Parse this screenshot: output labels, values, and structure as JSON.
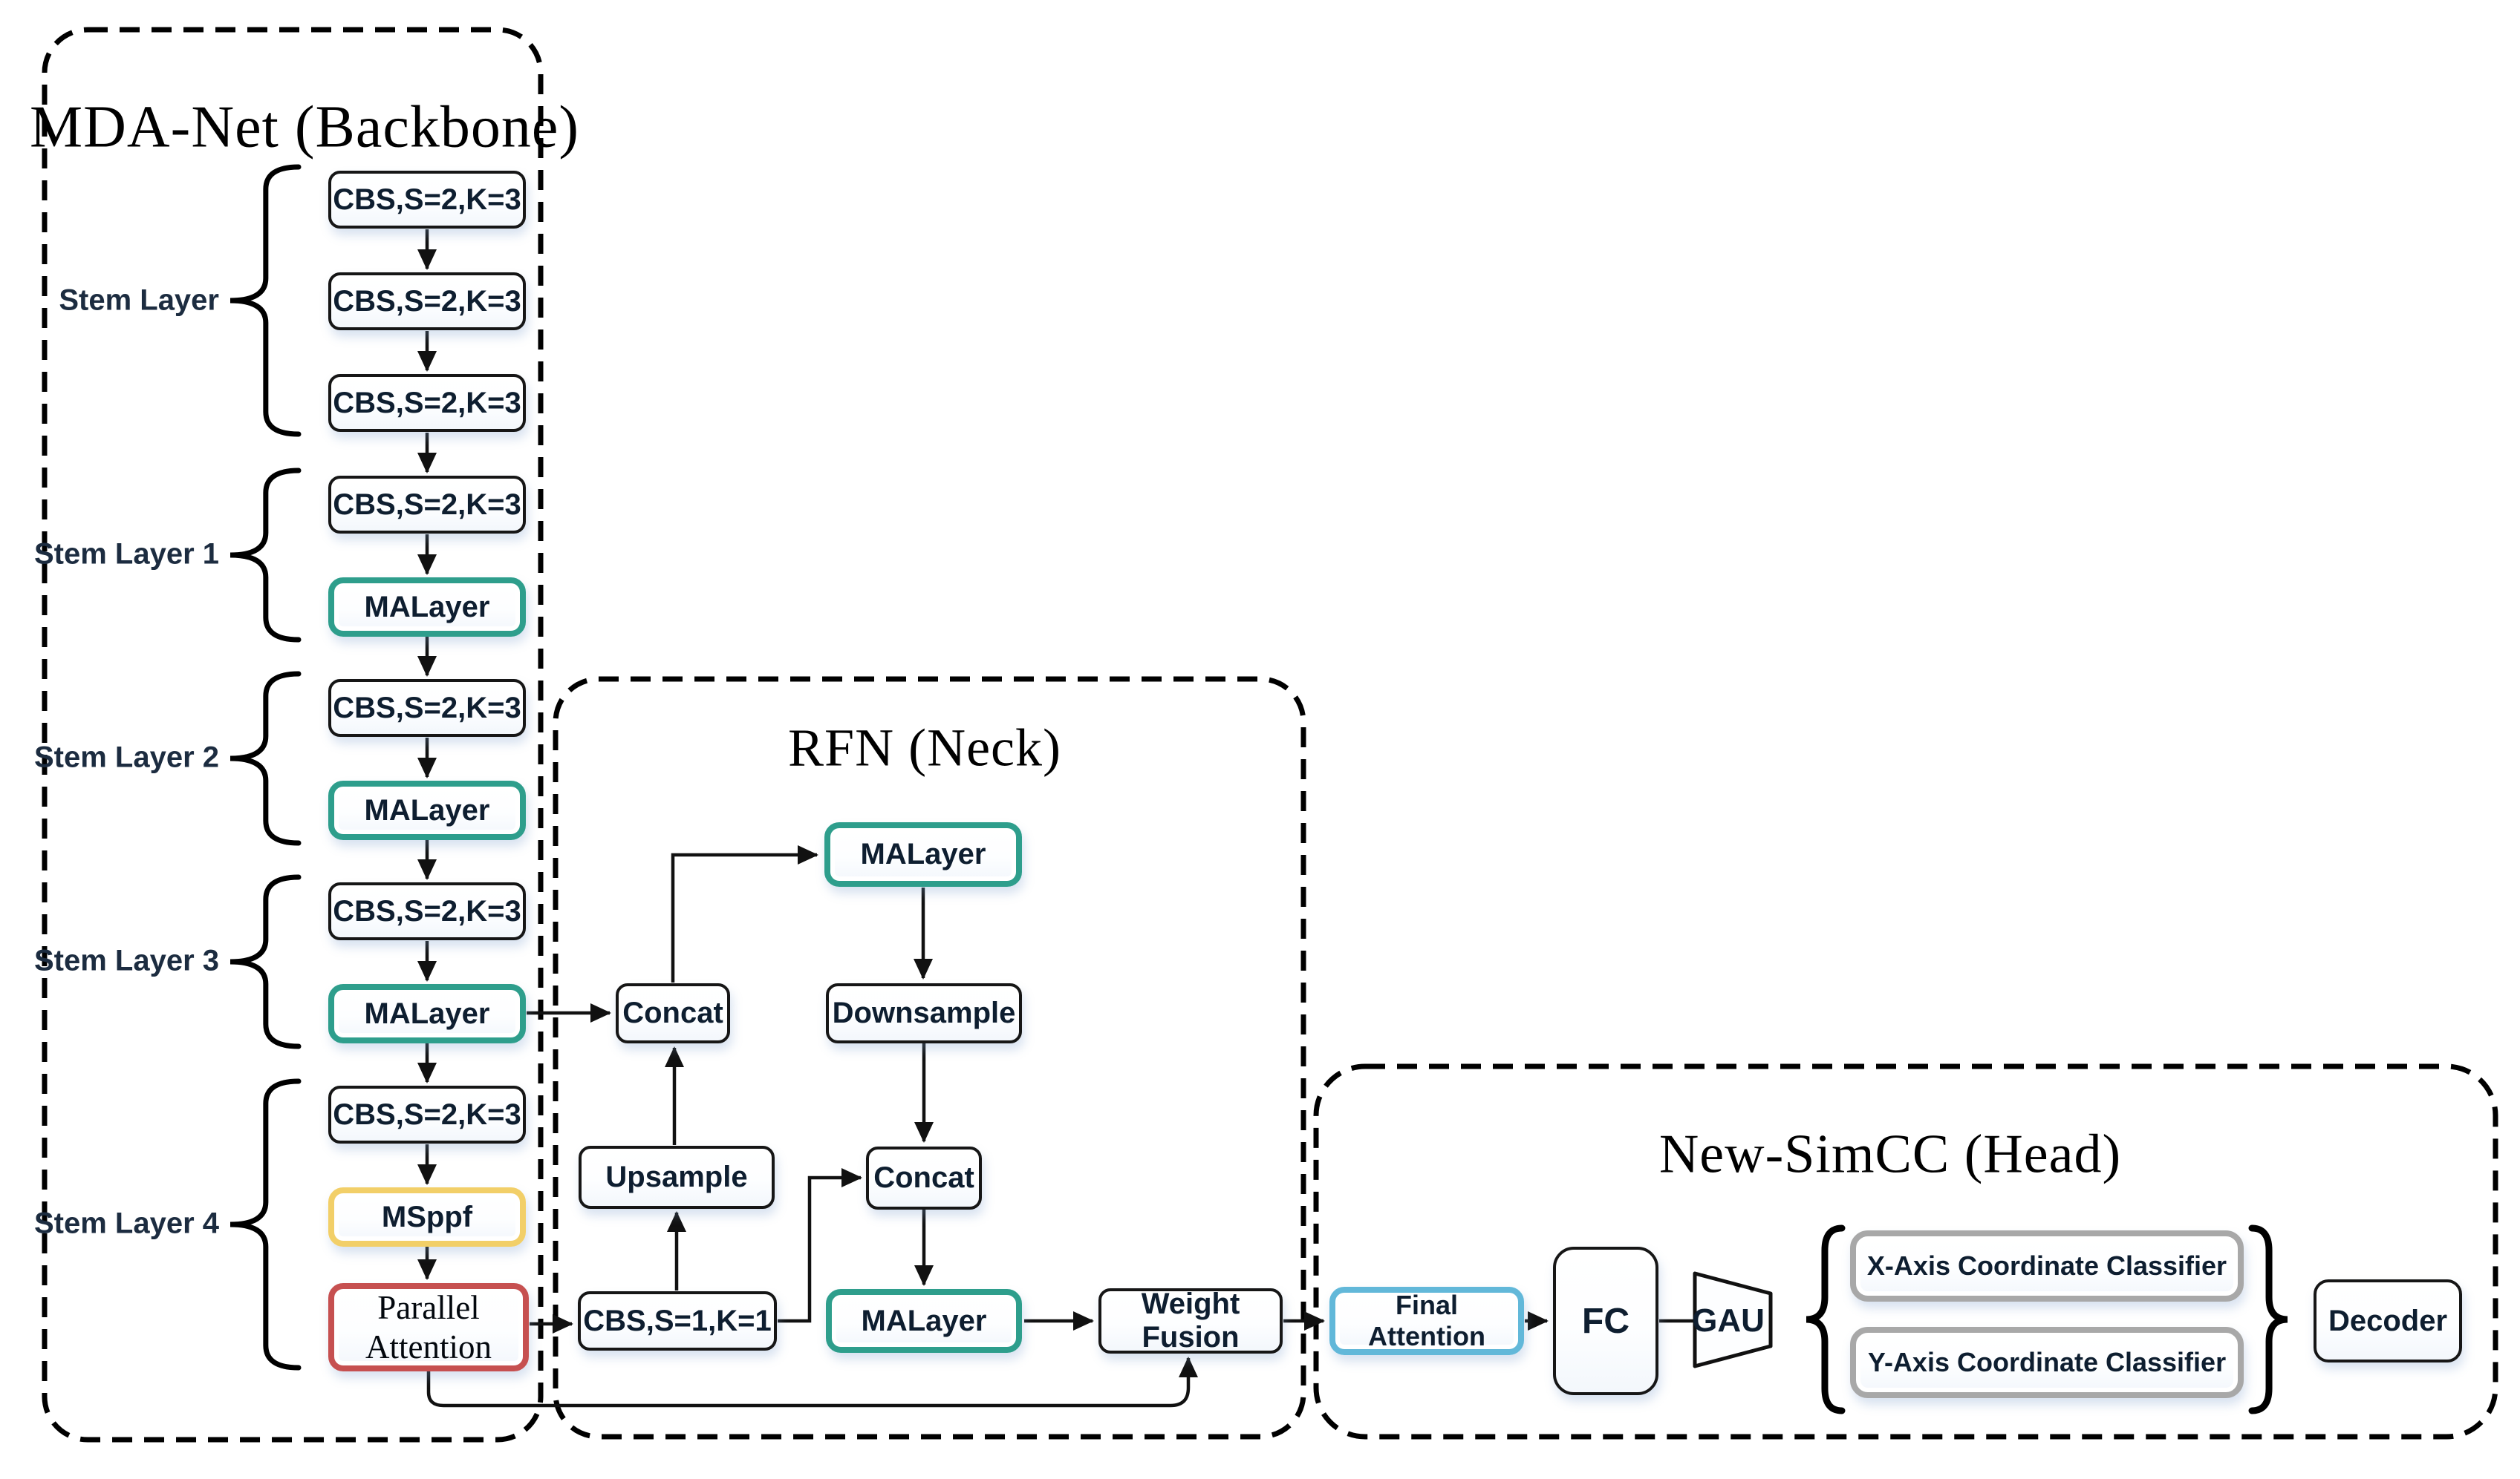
{
  "backbone": {
    "title": "MDA-Net (Backbone)",
    "groups": [
      {
        "label": "Stem Layer",
        "boxes": [
          "CBS,S=2,K=3",
          "CBS,S=2,K=3",
          "CBS,S=2,K=3"
        ]
      },
      {
        "label": "Stem Layer 1",
        "boxes": [
          "CBS,S=2,K=3",
          "MALayer"
        ]
      },
      {
        "label": "Stem Layer 2",
        "boxes": [
          "CBS,S=2,K=3",
          "MALayer"
        ]
      },
      {
        "label": "Stem Layer 3",
        "boxes": [
          "CBS,S=2,K=3",
          "MALayer"
        ]
      },
      {
        "label": "Stem Layer 4",
        "boxes": [
          "CBS,S=2,K=3",
          "MSppf",
          "Parallel Attention"
        ]
      }
    ]
  },
  "neck": {
    "title": "RFN (Neck)",
    "boxes": {
      "malayer_top": "MALayer",
      "downsample": "Downsample",
      "concat_left": "Concat",
      "upsample": "Upsample",
      "concat_right": "Concat",
      "cbs": "CBS,S=1,K=1",
      "malayer_bottom": "MALayer",
      "weight_fusion": "Weight Fusion"
    }
  },
  "head": {
    "title": "New-SimCC (Head)",
    "boxes": {
      "final_attention": "Final Attention",
      "fc": "FC",
      "gau": "GAU",
      "x_classifier": "X-Axis Coordinate Classifier",
      "y_classifier": "Y-Axis Coordinate Classifier",
      "decoder": "Decoder"
    }
  },
  "colors": {
    "teal": "#2E9E8C",
    "yellow": "#F2CF68",
    "red": "#C65050",
    "blue": "#62B8D9",
    "gray": "#A8A8A8",
    "line": "#111111"
  }
}
